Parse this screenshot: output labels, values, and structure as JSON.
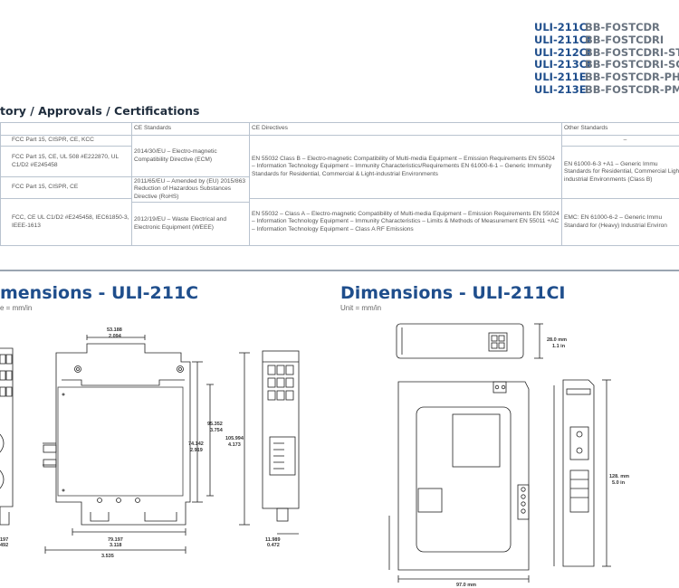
{
  "models": [
    {
      "code": "ULI-211C",
      "sku": "BB-FOSTCDR"
    },
    {
      "code": "ULI-211CI",
      "sku": "BB-FOSTCDRI"
    },
    {
      "code": "ULI-212CI",
      "sku": "BB-FOSTCDRI-ST"
    },
    {
      "code": "ULI-213CI",
      "sku": "BB-FOSTCDRI-SC"
    },
    {
      "code": "ULI-211E",
      "sku": "BB-FOSTCDR-PH"
    },
    {
      "code": "ULI-213E",
      "sku": "BB-FOSTCDR-PM"
    }
  ],
  "section_title": "tory / Approvals / Certifications",
  "table": {
    "headers": [
      "",
      "CE Standards",
      "CE Directives",
      "Other Standards"
    ],
    "col1": [
      "FCC Part 15, CISPR, CE, KCC",
      "FCC Part 15, CE, UL 508 #E222870, UL C1/D2 #E245458",
      "FCC Part 15, CISPR, CE",
      "FCC, CE UL C1/D2 #E245458, IEC61850-3,  IEEE-1613"
    ],
    "ce_std_a": "2014/30/EU – Electro-magnetic Compatibility Directive (ECM)",
    "ce_std_b": "2011/65/EU – Amended by (EU) 2015/863 Reduction of Hazardous Substances Directive (RoHS)",
    "ce_std_c": "2012/19/EU – Waste Electrical and Electronic Equipment (WEEE)",
    "ce_dir_a": "EN 55032 Class B – Electro-magnetic Compatibility of Multi-media Equipment – Emission Requirements EN 55024 – Information Technology Equipment – Immunity Characteristics/Requirements EN 61000-6-1 – Generic Immunity Standards for Residential, Commercial & Light-industrial Environments",
    "ce_dir_b": "EN 55032 – Class A – Electro-magnetic Compatibility of Multi-media Equipment – Emission Requirements EN 55024 – Information Technology Equipment – Immunity Characteristics – Limits & Methods of Measurement EN 55011 +AC – Information Technology Equipment – Class A RF Emissions",
    "other_a": "–",
    "other_b": "EN 61000-6-3  +A1 – Generic Immu Standards for Residential, Commercial Light-industrial Environments (Class B)",
    "other_c": "EMC: EN 61000-6-2 – Generic Immu Standard for (Heavy) Industrial Environ"
  },
  "dim_left": {
    "title": "mensions - ULI-211C",
    "unit": "e = mm/in",
    "labels": {
      "w_top": "53.188",
      "w_top_in": "2.094",
      "h1": "95.352",
      "h1_in": "3.754",
      "h2": "74.142",
      "h2_in": "2.919",
      "h3": "105.994",
      "h3_in": "4.173",
      "w_bot": "79.197",
      "w_bot_in": "3.118",
      "w_total": "3.535",
      "side": "11.989",
      "side_in": "0.472",
      "left_a": "197",
      "left_b": "492"
    }
  },
  "dim_right": {
    "title": "Dimensions - ULI-211CI",
    "unit": "Unit = mm/in",
    "labels": {
      "top_mm": "28.0 mm",
      "top_in": "1.1 in",
      "h_mm": "128. mm",
      "h_in": "5.0 in",
      "w_mm": "97.0 mm"
    }
  }
}
